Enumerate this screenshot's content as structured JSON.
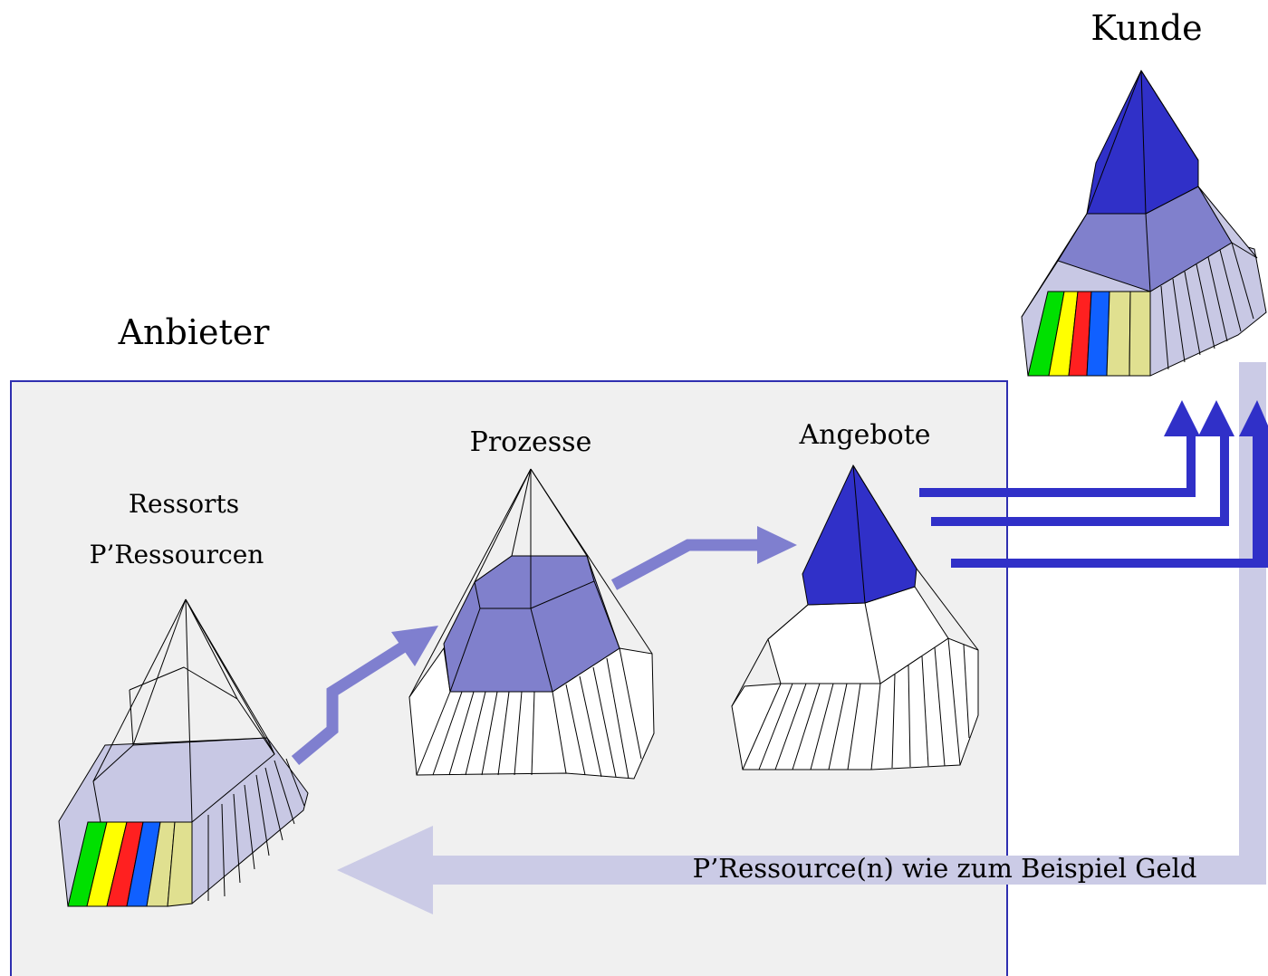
{
  "labels": {
    "customer": "Kunde",
    "provider": "Anbieter",
    "resorts_line1": "Ressorts",
    "resorts_line2": "P’Ressourcen",
    "processes": "Prozesse",
    "offers": "Angebote",
    "return_flow": "P’Ressource(n) wie zum Beispiel Geld"
  },
  "colors": {
    "provider_box_fill": "#f0f0f0",
    "provider_box_stroke": "#2f2fb0",
    "lavender": "#c8c8e4",
    "medium_blue": "#8080cc",
    "dark_blue": "#3030c8",
    "arrow_flow": "#7f7fcf",
    "arrow_return": "#cbcbe6",
    "stripes": [
      "#00e000",
      "#ffff00",
      "#ff2020",
      "#1060ff",
      "#e0e090"
    ]
  }
}
